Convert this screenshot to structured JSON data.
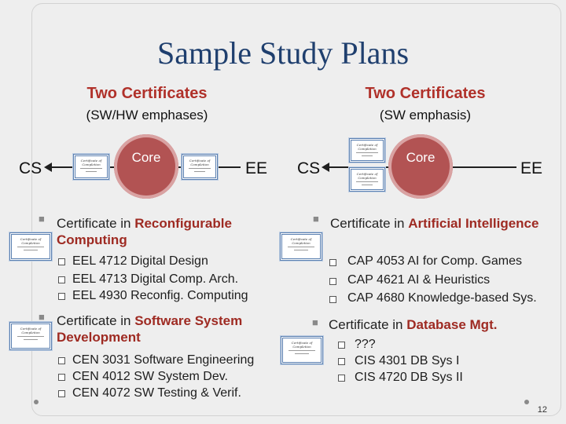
{
  "title": "Sample Study Plans",
  "left": {
    "heading": "Two Certificates",
    "sub": "(SW/HW emphases)",
    "cs": "CS",
    "core": "Core",
    "ee": "EE",
    "cert_text": "Certificate of Completion",
    "cat1_pre": "Certificate in ",
    "cat1_hl": "Reconfigurable Computing",
    "cat1_courses": [
      "EEL 4712 Digital Design",
      "EEL 4713 Digital  Comp. Arch.",
      "EEL 4930  Reconfig. Computing"
    ],
    "cat2_pre": "Certificate in ",
    "cat2_hl": "Software System Development",
    "cat2_courses": [
      "CEN 3031 Software Engineering",
      "CEN 4012 SW System Dev.",
      "CEN 4072 SW Testing & Verif."
    ]
  },
  "right": {
    "heading": "Two Certificates",
    "sub": "(SW emphasis)",
    "cs": "CS",
    "core": "Core",
    "ee": "EE",
    "cat1_pre": "Certificate in ",
    "cat1_hl": "Artificial Intelligence",
    "cat1_courses": [
      "CAP 4053 AI  for Comp. Games",
      "CAP 4621 AI & Heuristics",
      "CAP 4680 Knowledge-based Sys."
    ],
    "cat2_pre": "Certificate in ",
    "cat2_hl": "Database Mgt.",
    "cat2_courses": [
      "???",
      "CIS 4301 DB Sys I",
      "CIS 4720 DB Sys II"
    ]
  },
  "page_number": "12",
  "colors": {
    "title": "#1f3f6e",
    "highlight": "#9e2a22",
    "core_fill": "#b25353",
    "cert_border": "#5a7fb0"
  }
}
